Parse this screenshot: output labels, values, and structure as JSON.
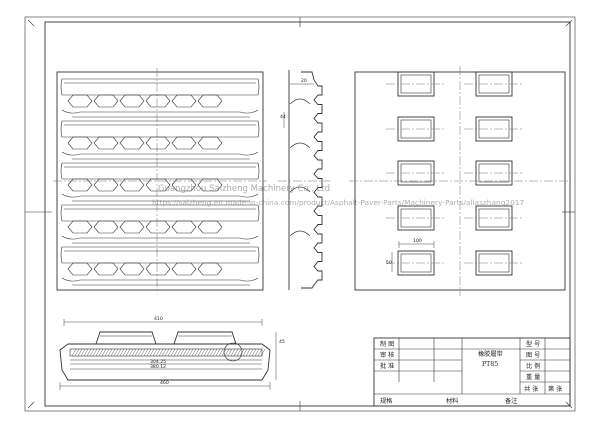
{
  "watermark": {
    "line1": "Guangzhou Saizheng Machinery Co., Ltd",
    "line2": "https://saizheng.en.made-in-china.com/product/Asphalt-Paver-Parts/Machinery-Parts/aliaszhang2017"
  },
  "section_view": {
    "dim_top": "410",
    "dim_inner_1": "304.25",
    "dim_inner_2": "380.12",
    "dim_bottom": "460",
    "dim_height": "45"
  },
  "side_view": {
    "dim_top": "20",
    "dim_side": "44"
  },
  "plan_view": {
    "dim_width": "100",
    "dim_height": "50"
  },
  "title_block": {
    "labels": {
      "drawn": "制 图",
      "checked": "审 核",
      "approved": "批 准",
      "model": "型 号",
      "drawing_no": "图 号",
      "scale": "比 例",
      "weight": "重 量",
      "sheets": "共 张",
      "sheet_no": "第 张",
      "spec": "规格",
      "material": "材料",
      "remark": "备注"
    },
    "part_name": "橡胶履带",
    "part_code": "PT85"
  }
}
